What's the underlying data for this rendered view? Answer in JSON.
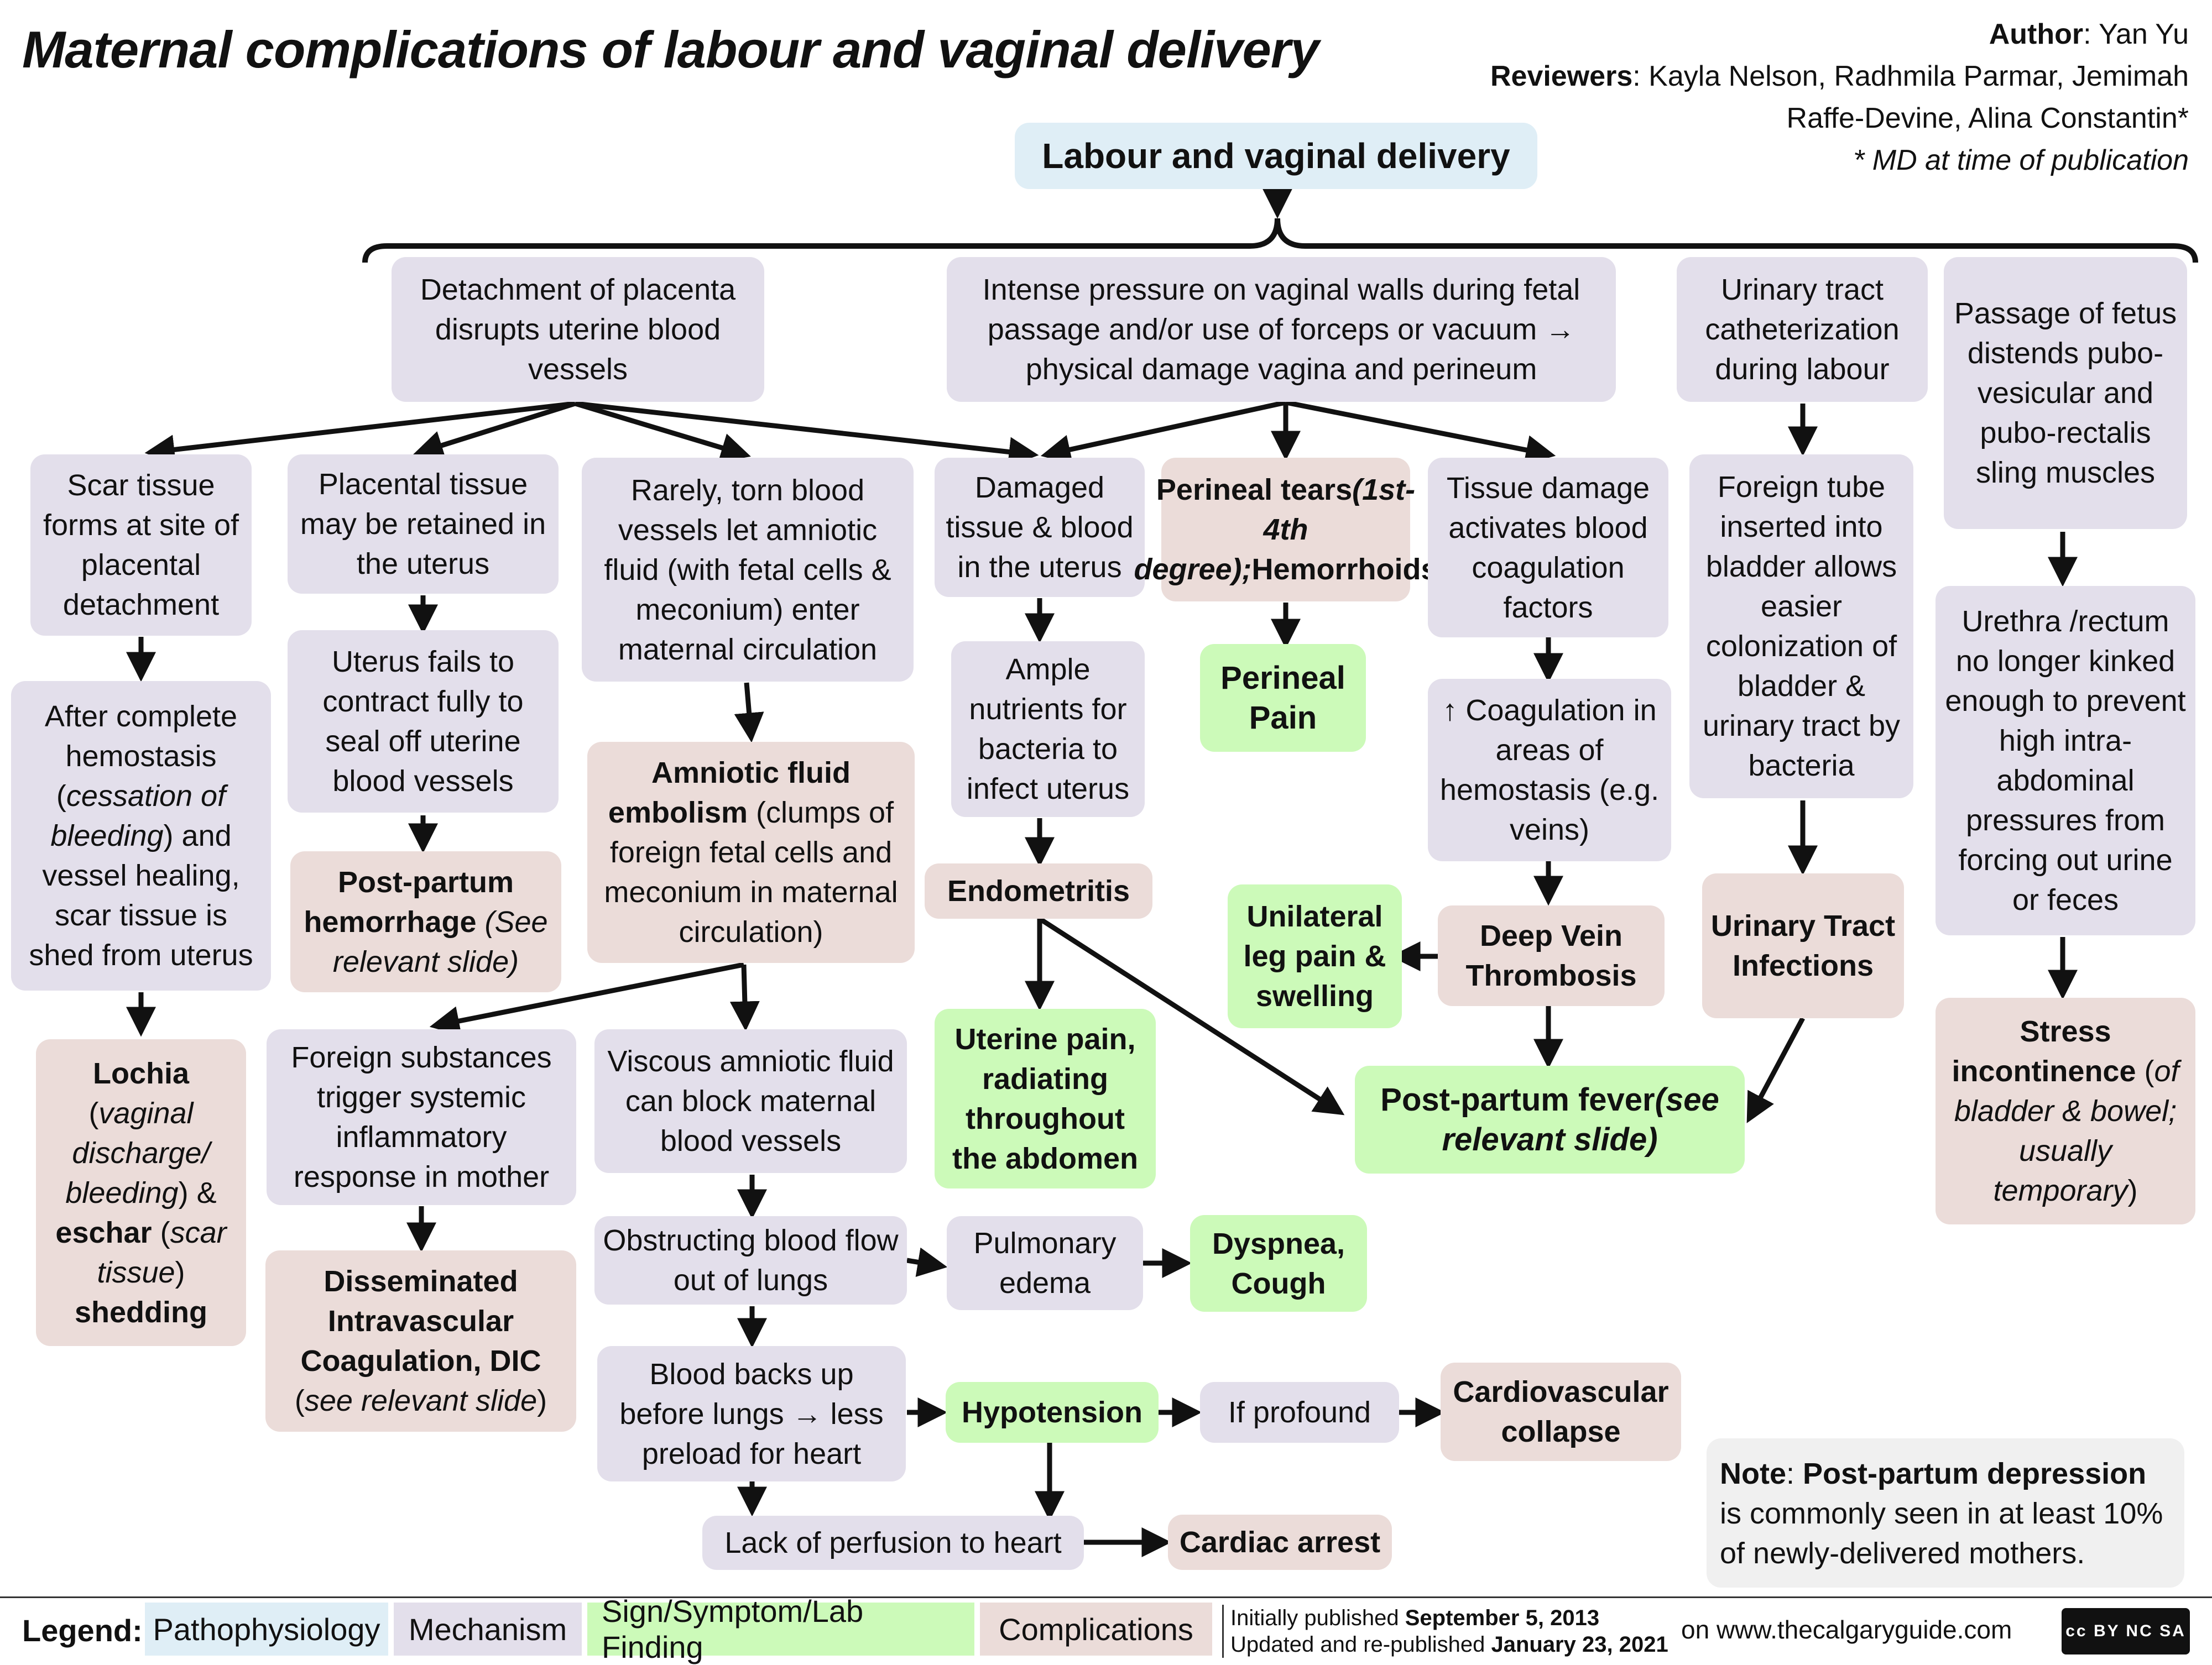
{
  "title": "Maternal complications of labour and vaginal delivery",
  "credits": {
    "author_label": "Author",
    "author": ": Yan Yu",
    "reviewers_label": "Reviewers",
    "reviewers_line1": ": Kayla Nelson, Radhmila Parmar, Jemimah",
    "reviewers_line2": "Raffe-Devine, Alina Constantin*",
    "md_note": "* MD at time of publication"
  },
  "root": "Labour and vaginal delivery",
  "nodes": {
    "placenta_detach": "Detachment of placenta disrupts uterine blood vessels",
    "pressure": "Intense pressure on vaginal walls during fetal passage and/or use of forceps or vacuum → physical damage vagina and perineum",
    "catheter": "Urinary tract catheterization during labour",
    "fetus_distends": "Passage of fetus distends pubo-vesicular and pubo-rectalis sling muscles",
    "scar_forms": "Scar tissue forms at site of placental detachment",
    "after_hemostasis_1": "After complete hemostasis (",
    "after_hemostasis_2": "cessation of bleeding",
    "after_hemostasis_3": ") and vessel healing, scar tissue is shed from uterus",
    "lochia_1": "Lochia",
    "lochia_2": "vaginal discharge/ bleeding",
    "lochia_3": "eschar",
    "lochia_4": "scar tissue",
    "lochia_5": "shedding",
    "retained": "Placental tissue may be retained in the uterus",
    "fails_contract": "Uterus fails to contract fully to seal off uterine blood vessels",
    "pph_1": "Post-partum hemorrhage",
    "pph_2": "(See relevant slide)",
    "torn_vessels": "Rarely, torn blood vessels let amniotic fluid (with fetal cells & meconium) enter maternal circulation",
    "afe_1": "Amniotic fluid embolism",
    "afe_2": " (clumps of foreign fetal cells and meconium in maternal circulation)",
    "foreign_subst": "Foreign substances trigger systemic inflammatory response in mother",
    "dic_1": "Disseminated Intravascular Coagulation, DIC",
    "dic_2": "see relevant slide",
    "viscous": "Viscous amniotic fluid can block maternal blood vessels",
    "obstructing": "Obstructing blood flow out of lungs",
    "backs_up": "Blood backs up before lungs → less preload for heart",
    "lack_perfusion": "Lack of perfusion to heart",
    "damaged_tissue": "Damaged tissue & blood in the uterus",
    "nutrients": "Ample nutrients for bacteria to infect uterus",
    "endometritis": "Endometritis",
    "uterine_pain": "Uterine pain, radiating throughout the abdomen",
    "pulmonary_edema": "Pulmonary edema",
    "dyspnea": "Dyspnea, Cough",
    "hypotension": "Hypotension",
    "if_profound": "If profound",
    "cv_collapse": "Cardiovascular collapse",
    "cardiac_arrest": "Cardiac arrest",
    "perineal_tears_1": "Perineal tears",
    "perineal_tears_2": "(1st-4th degree);",
    "perineal_tears_3": "Hemorrhoids",
    "perineal_pain": "Perineal Pain",
    "tissue_damage": "Tissue damage activates blood coagulation factors",
    "coag_increase": "↑ Coagulation in areas of hemostasis (e.g. veins)",
    "dvt": "Deep Vein Thrombosis",
    "leg_pain": "Unilateral leg pain & swelling",
    "pp_fever_1": "Post-partum fever",
    "pp_fever_2": "(see relevant slide)",
    "foreign_tube": "Foreign tube inserted into bladder allows easier colonization of bladder & urinary tract by bacteria",
    "uti": "Urinary Tract Infections",
    "urethra": "Urethra /rectum no longer kinked enough to prevent high intra-abdominal pressures from forcing out urine or feces",
    "stress_1": "Stress incontinence",
    "stress_2": "of bladder & bowel; usually temporary"
  },
  "note": {
    "label": "Note",
    "bold": "Post-partum depression",
    "text": " is commonly seen in at least 10% of newly-delivered mothers."
  },
  "legend": {
    "label": "Legend:",
    "items": [
      "Pathophysiology",
      "Mechanism",
      "Sign/Symptom/Lab Finding",
      "Complications"
    ]
  },
  "footer": {
    "published_prefix": "Initially published ",
    "published_date": "September 5, 2013",
    "updated_prefix": "Updated and re-published ",
    "updated_date": "January 23, 2021",
    "site": "on www.thecalgaryguide.com",
    "license": "cc BY NC SA"
  },
  "colors": {
    "pathophysiology": "#dfeef6",
    "mechanism": "#e3dfeb",
    "sign": "#ccfab9",
    "complication": "#ebdcd9"
  }
}
